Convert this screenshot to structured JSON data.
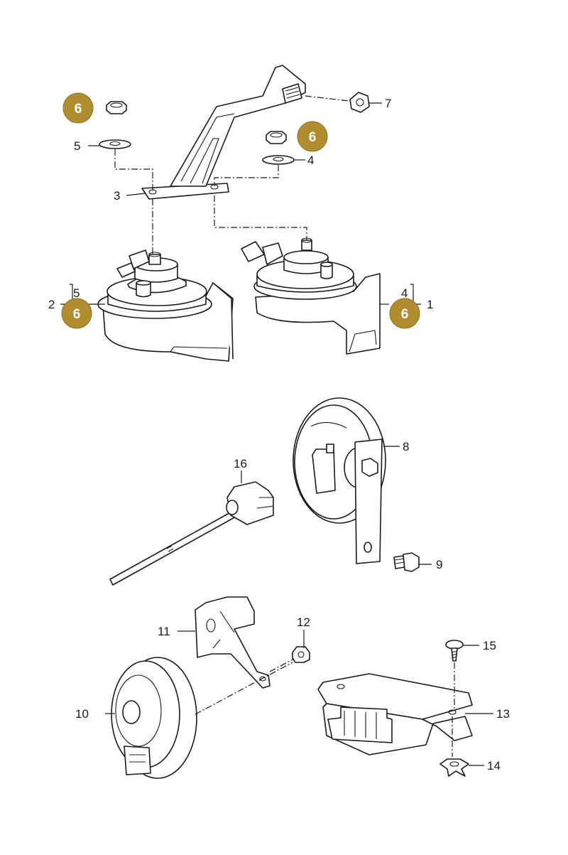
{
  "callouts": {
    "c1": "1",
    "c2": "2",
    "c3": "3",
    "c4a": "4",
    "c4b": "4",
    "c5a": "5",
    "c5b": "5",
    "c7": "7",
    "c8": "8",
    "c9": "9",
    "c10": "10",
    "c11": "11",
    "c12": "12",
    "c13": "13",
    "c14": "14",
    "c15": "15",
    "c16": "16"
  },
  "badges": {
    "b1": "6",
    "b2": "6",
    "b3": "6",
    "b4": "6"
  },
  "colors": {
    "badge": "#b08d2e",
    "line": "#1a1a1a"
  }
}
